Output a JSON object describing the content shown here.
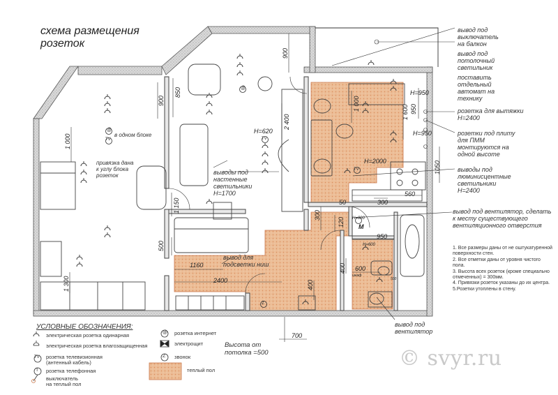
{
  "title_line1": "схема размещения",
  "title_line2": "розеток",
  "annotations": {
    "balcony_switch": "вывод под\nвыключатель\nна балкон",
    "ceiling_light": "вывод под\nпотолочный\nсветильник",
    "separate_breaker": "поставить\nотдельный\nавтомат на\nтехнику",
    "hood_socket": "розетка для вытяжки\nH=2400",
    "stove_socket": "розетки под плиту\nдля ПММ\nмонтируются на\nодной высоте",
    "fluor_lights": "выводы под\nлюминисцентные\nсветильники\nH=2400",
    "vent_fan": "вывод под вентилятор, сделать\nк месту существующего\nвентиляционного отверстия",
    "one_block": "в одном блоке",
    "dan_binding": "привязка дана\nк углу блока\nрозеток",
    "wall_lights": "выводы под\nнастенные\nсветильники\nH=1700",
    "niche_light": "вывод для\nподсветки ниш",
    "ceiling_height": "Высота от\nпотолка =500",
    "vent_fan2": "вывод под\nвентилятор"
  },
  "dims": {
    "d1000_left": "1 000",
    "d900_top": "900",
    "d850": "850",
    "d900_hall": "900",
    "d2400_v": "2 400",
    "h620": "H=620",
    "d1150": "1 150",
    "d500_left": "500",
    "d1300": "1 300",
    "d1160": "1160",
    "d2400_h": "2400",
    "d300_v": "300",
    "d120": "120",
    "d50": "50",
    "d300_h": "300",
    "d560": "560",
    "h2000": "H=2000",
    "h950_a": "H=950",
    "h950_b": "H=950",
    "d1600": "1 600",
    "d950_v": "950",
    "d1050": "1050",
    "d1000_k": "1 000",
    "h800": "H=800",
    "h600": "H=600",
    "d950_h": "950",
    "d600": "600",
    "d400_a": "400",
    "d400_b": "400",
    "d700": "700",
    "mark_m": "M",
    "small_a": "шкаф",
    "small_b": "500"
  },
  "legend": {
    "heading": "УСЛОВНЫЕ ОБОЗНАЧЕНИЯ:",
    "single_socket": "электрическая розетка одинарная",
    "waterproof_socket": "электрическая розетка влагозащищенная",
    "tv_socket": "розетка телевизионная\n(антенный кабель)",
    "phone_socket": "розетка телефонная",
    "floor_switch": "выключатель\nна теплый пол",
    "internet_socket": "розетка интернет",
    "panel": "электрощит",
    "bell": "звонок",
    "warm_floor": "теплый пол"
  },
  "remarks": [
    "1. Все размеры даны от не оштукатуренной поверхности стен.",
    "2. Все отметки даны от уровня чистого пола.",
    "3. Высота всех розеток (кроме специально отмеченных) = 300мм.",
    "4. Привязки розеток указаны до их центра.",
    "5.Розетки утоплены в стену."
  ],
  "symbols": {
    "tv": "TV",
    "phone": "T",
    "bell": "Z",
    "internet": "@"
  },
  "colors": {
    "warm_floor": "#e8b48a",
    "warm_floor_border": "#c9764a",
    "wall": "#9a9a9a",
    "line": "#333333"
  },
  "watermark": "© svyr.ru"
}
